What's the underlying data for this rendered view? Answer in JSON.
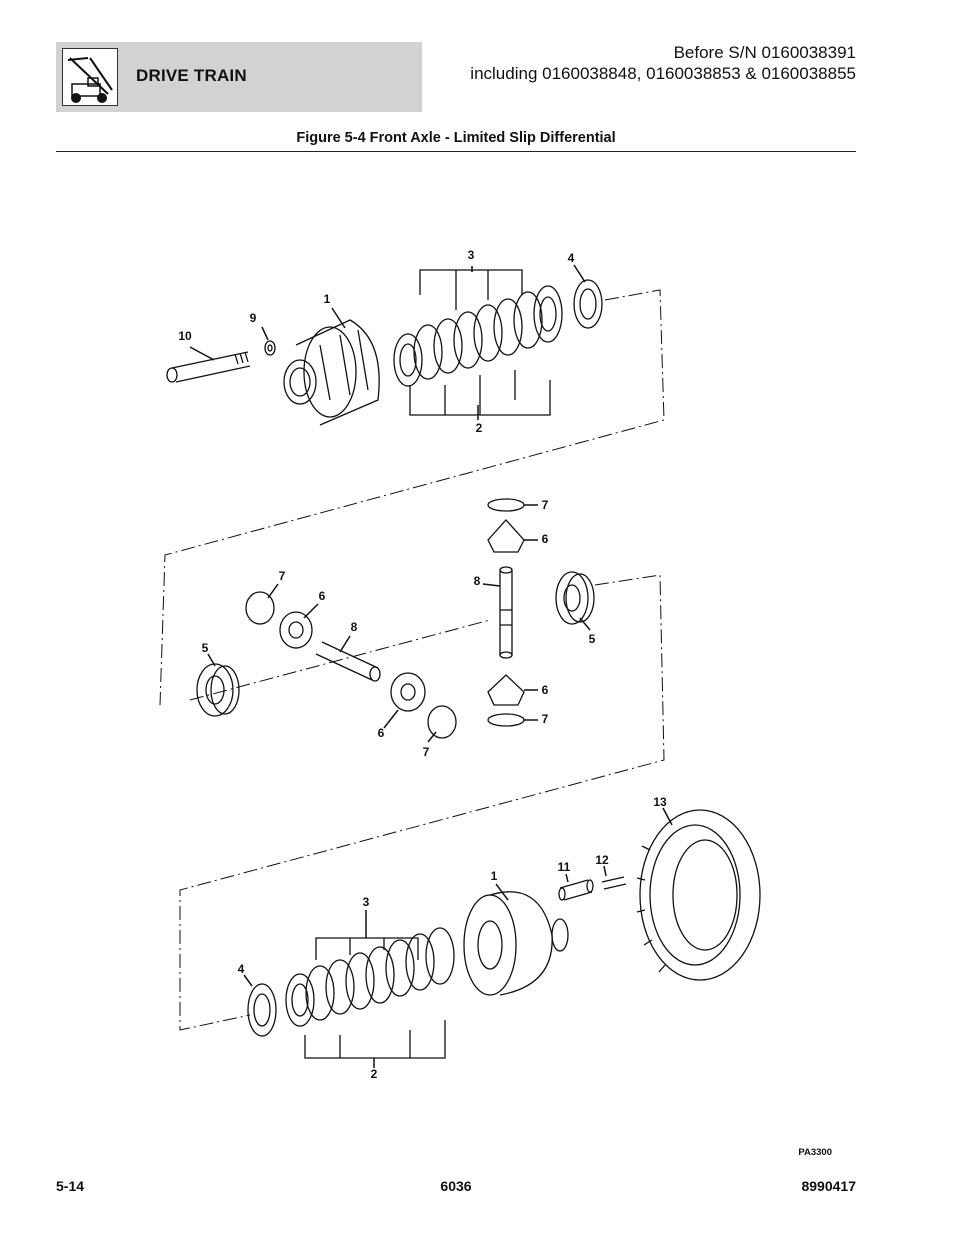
{
  "header": {
    "section_title": "DRIVE TRAIN",
    "serial_line1": "Before S/N 0160038391",
    "serial_line2": "including 0160038848, 0160038853 & 0160038855",
    "logo_icon": "machine-telehandler-icon"
  },
  "figure": {
    "title": "Figure 5-4 Front Axle - Limited Slip Differential",
    "code": "PA3300",
    "callouts": {
      "top_1": "1",
      "top_2": "2",
      "top_3": "3",
      "top_4": "4",
      "top_9": "9",
      "top_10": "10",
      "mid_5a": "5",
      "mid_5b": "5",
      "mid_6a": "6",
      "mid_6b": "6",
      "mid_6c": "6",
      "mid_6d": "6",
      "mid_7a": "7",
      "mid_7b": "7",
      "mid_7c": "7",
      "mid_7d": "7",
      "mid_8a": "8",
      "mid_8b": "8",
      "bot_1": "1",
      "bot_2": "2",
      "bot_3": "3",
      "bot_4": "4",
      "bot_11": "11",
      "bot_12": "12",
      "bot_13": "13"
    }
  },
  "footer": {
    "page": "5-14",
    "model": "6036",
    "doc_number": "8990417"
  }
}
